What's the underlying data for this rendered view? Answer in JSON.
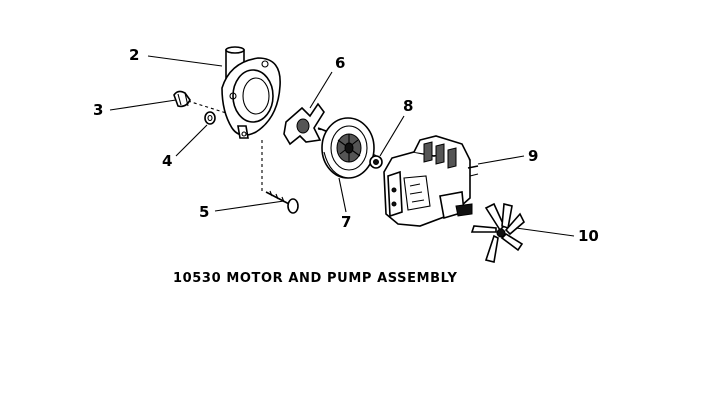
{
  "diagram": {
    "caption": "10530 MOTOR AND PUMP ASSEMBLY",
    "callouts": {
      "n2": "2",
      "n3": "3",
      "n4": "4",
      "n5": "5",
      "n6": "6",
      "n7": "7",
      "n8": "8",
      "n9": "9",
      "n10": "10"
    }
  }
}
